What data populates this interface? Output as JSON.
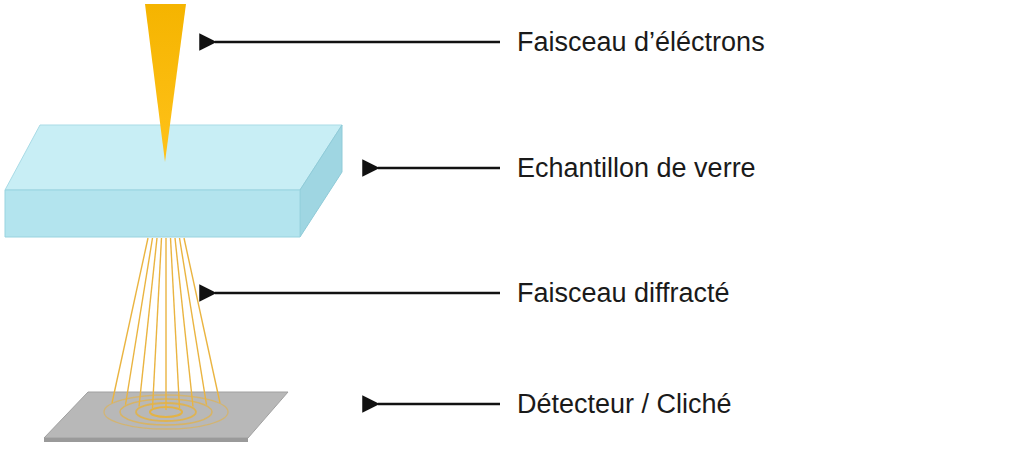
{
  "diagram": {
    "labels": [
      "Faisceau d’éléctrons",
      "Echantillon de verre",
      "Faisceau diffracté",
      "Détecteur / Cliché"
    ]
  }
}
